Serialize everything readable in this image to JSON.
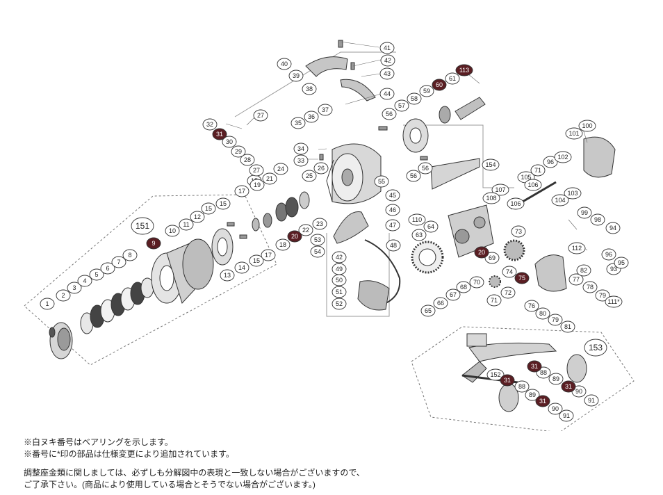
{
  "labels": {
    "white": [
      "1",
      "2",
      "3",
      "4",
      "5",
      "6",
      "7",
      "8",
      "10",
      "11",
      "12",
      "13",
      "14",
      "15",
      "15",
      "15",
      "15",
      "17",
      "17",
      "18",
      "19",
      "21",
      "22",
      "23",
      "24",
      "25",
      "26",
      "27",
      "27",
      "28",
      "29",
      "30",
      "32",
      "33",
      "34",
      "35",
      "36",
      "37",
      "38",
      "39",
      "40",
      "41",
      "42",
      "42",
      "43",
      "44",
      "45",
      "46",
      "47",
      "48",
      "49",
      "50",
      "51",
      "52",
      "53",
      "54",
      "55",
      "56",
      "56",
      "56",
      "57",
      "58",
      "59",
      "61",
      "63",
      "64",
      "65",
      "66",
      "67",
      "68",
      "69",
      "70",
      "71",
      "71",
      "72",
      "73",
      "74",
      "76",
      "77",
      "78",
      "79",
      "79",
      "80",
      "81",
      "82",
      "88",
      "88",
      "89",
      "89",
      "90",
      "90",
      "91",
      "91",
      "93",
      "94",
      "95",
      "96",
      "96",
      "98",
      "99",
      "100",
      "101",
      "102",
      "103",
      "104",
      "105",
      "106",
      "106",
      "107",
      "108",
      "110",
      "111*",
      "112",
      "151",
      "152",
      "153",
      "154"
    ],
    "dark": [
      "9",
      "20",
      "20",
      "31",
      "31",
      "31",
      "31",
      "31",
      "60",
      "75",
      "113"
    ]
  },
  "notes": {
    "line1": "※白ヌキ番号はベアリングを示します。",
    "line2": "※番号に*印の部品は仕様変更により追加されています。",
    "line3": "調整座金類に関しましては、必ずしも分解図中の表現と一致しない場合がございますので、",
    "line4": "ご了承下さい。(商品により使用している場合とそうでない場合がございます。)"
  },
  "colors": {
    "bearing_fill": "#5a1e23",
    "outline": "#333333",
    "part_fill": "#c9c9c9",
    "leader": "#666666"
  }
}
